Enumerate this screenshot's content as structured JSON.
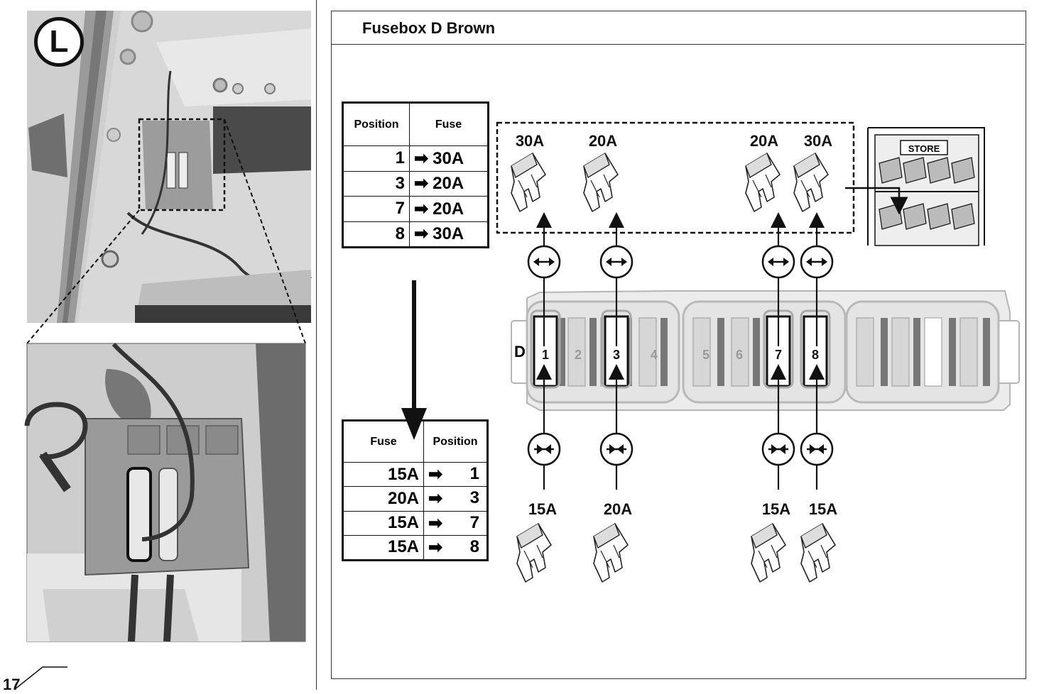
{
  "panel_label": "L",
  "page_number": "17",
  "title": "Fusebox D Brown",
  "remove_table": {
    "headers": [
      "Position",
      "Fuse"
    ],
    "rows": [
      {
        "position": "1",
        "fuse": "30A"
      },
      {
        "position": "3",
        "fuse": "20A"
      },
      {
        "position": "7",
        "fuse": "20A"
      },
      {
        "position": "8",
        "fuse": "30A"
      }
    ]
  },
  "install_table": {
    "headers": [
      "Fuse",
      "Position"
    ],
    "rows": [
      {
        "fuse": "15A",
        "position": "1"
      },
      {
        "fuse": "20A",
        "position": "3"
      },
      {
        "fuse": "15A",
        "position": "7"
      },
      {
        "fuse": "15A",
        "position": "8"
      }
    ]
  },
  "arrow_glyph": "➡",
  "removed_fuses": [
    "30A",
    "20A",
    "20A",
    "30A"
  ],
  "installed_fuses": [
    "15A",
    "20A",
    "15A",
    "15A"
  ],
  "store_label": "STORE",
  "fusebox_letter": "D",
  "slot_numbers": [
    "1",
    "2",
    "3",
    "4",
    "5",
    "6",
    "7",
    "8"
  ],
  "colors": {
    "line": "#111111",
    "box_fill": "#e4e4e4",
    "box_edge": "#b9b9b9"
  }
}
